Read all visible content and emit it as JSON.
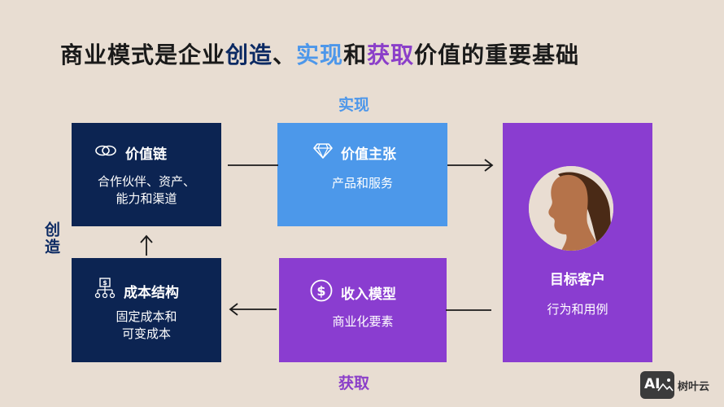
{
  "title": {
    "part1": "商业模式是企业",
    "create": "创造",
    "sep": "、",
    "realize": "实现",
    "and": "和",
    "capture": "获取",
    "part2": "价值的重要基础"
  },
  "labels": {
    "realize": "实现",
    "capture": "获取",
    "create": "创造"
  },
  "boxes": {
    "value_chain": {
      "icon": "link-icon",
      "title": "价值链",
      "desc_line1": "合作伙伴、资产、",
      "desc_line2": "能力和渠道"
    },
    "value_proposition": {
      "icon": "diamond-icon",
      "title": "价值主张",
      "desc": "产品和服务"
    },
    "cost_structure": {
      "icon": "cost-tree-icon",
      "title": "成本结构",
      "desc_line1": "固定成本和",
      "desc_line2": "可变成本"
    },
    "revenue_model": {
      "icon": "dollar-circle-icon",
      "title": "收入模型",
      "desc": "商业化要素"
    },
    "target_customer": {
      "icon": "person-avatar",
      "title": "目标客户",
      "desc": "行为和用例"
    }
  },
  "brand": {
    "logo_text": "AI",
    "text": "树叶云"
  },
  "colors": {
    "background": "#e8ddd2",
    "navy": "#0c2452",
    "blue": "#4c98ea",
    "purple": "#8a3dd0",
    "title_create": "#0c2a63",
    "title_realize": "#4d97ea",
    "title_capture": "#8b3fc9"
  }
}
